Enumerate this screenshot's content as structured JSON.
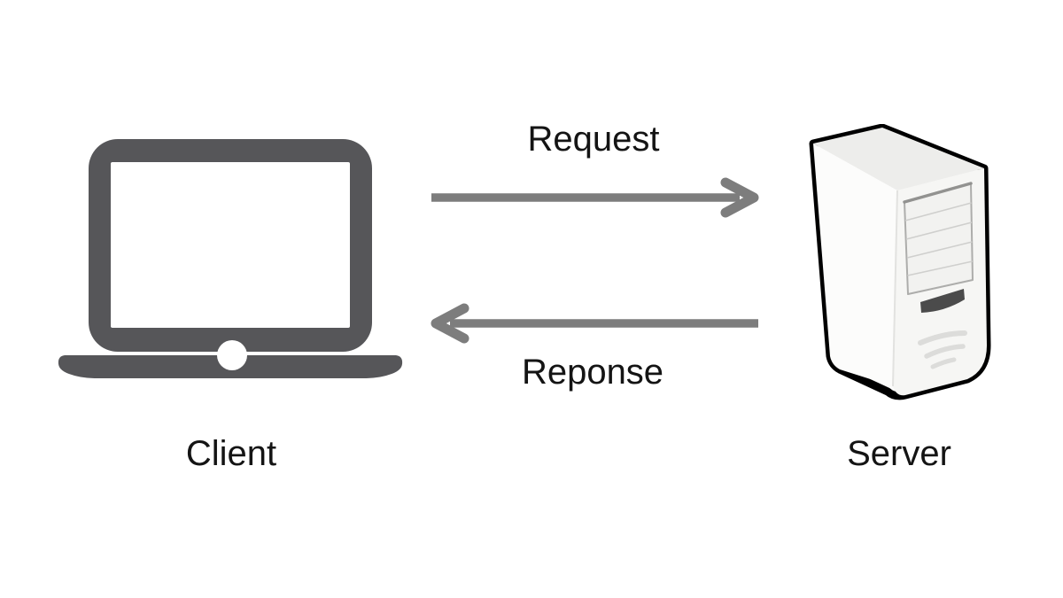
{
  "diagram": {
    "nodes": [
      {
        "id": "client",
        "label": "Client",
        "icon": "laptop-icon"
      },
      {
        "id": "server",
        "label": "Server",
        "icon": "server-tower-icon"
      }
    ],
    "arrows": [
      {
        "id": "request",
        "label": "Request",
        "direction": "left-to-right",
        "from": "Client",
        "to": "Server"
      },
      {
        "id": "response",
        "label": "Reponse",
        "direction": "right-to-left",
        "from": "Server",
        "to": "Client"
      }
    ],
    "colors": {
      "background": "#ffffff",
      "client_icon": "#565659",
      "arrow": "#7d7d7d",
      "label_text": "#141414",
      "server_outline": "#000000",
      "server_body": "#fbfbfa"
    }
  }
}
